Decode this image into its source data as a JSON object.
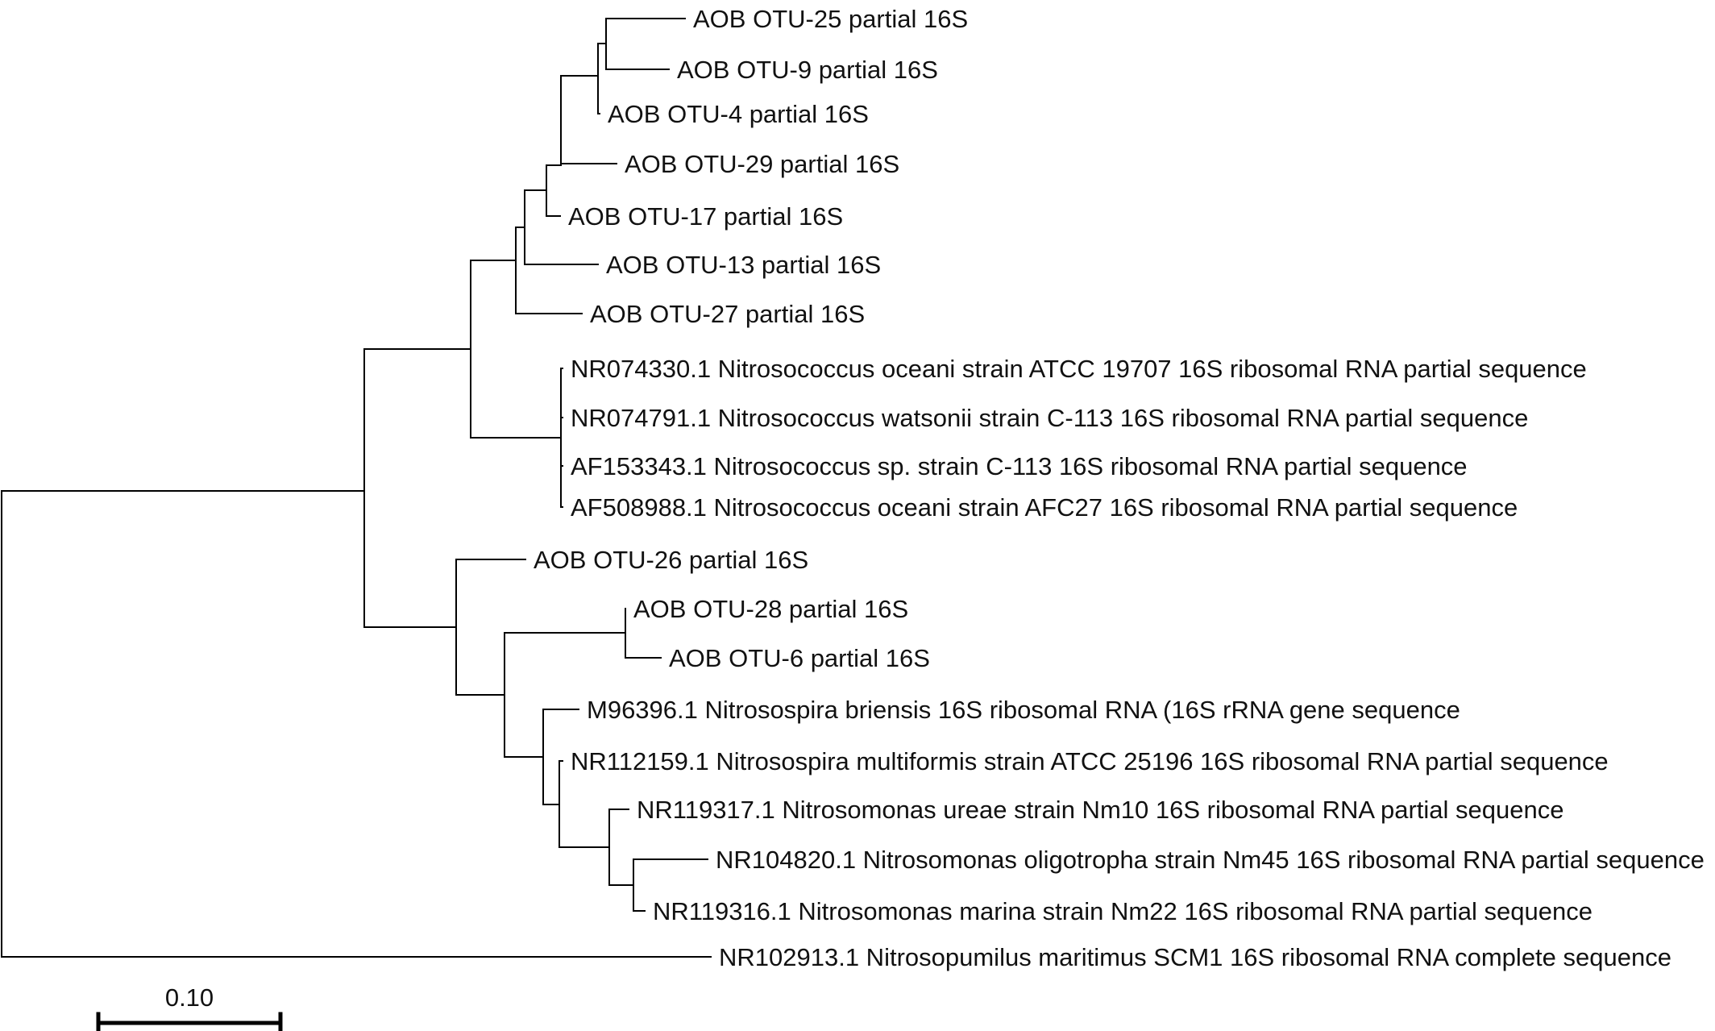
{
  "tree": {
    "leaves": [
      {
        "id": "otu25",
        "label": "AOB OTU-25 partial 16S"
      },
      {
        "id": "otu9",
        "label": "AOB OTU-9 partial 16S"
      },
      {
        "id": "otu4",
        "label": "AOB OTU-4 partial 16S"
      },
      {
        "id": "otu29",
        "label": "AOB OTU-29 partial 16S"
      },
      {
        "id": "otu17",
        "label": "AOB OTU-17 partial 16S"
      },
      {
        "id": "otu13",
        "label": "AOB OTU-13 partial 16S"
      },
      {
        "id": "otu27",
        "label": "AOB OTU-27 partial 16S"
      },
      {
        "id": "nr074330",
        "label": "NR074330.1 Nitrosococcus oceani strain ATCC 19707 16S ribosomal RNA partial sequence"
      },
      {
        "id": "nr074791",
        "label": "NR074791.1 Nitrosococcus watsonii strain C-113 16S ribosomal RNA partial sequence"
      },
      {
        "id": "af153343",
        "label": "AF153343.1 Nitrosococcus sp. strain C-113 16S ribosomal RNA partial sequence"
      },
      {
        "id": "af508988",
        "label": "AF508988.1 Nitrosococcus oceani strain AFC27 16S ribosomal RNA partial sequence"
      },
      {
        "id": "otu26",
        "label": "AOB OTU-26 partial 16S"
      },
      {
        "id": "otu28",
        "label": "AOB OTU-28 partial 16S"
      },
      {
        "id": "otu6",
        "label": "AOB OTU-6 partial 16S"
      },
      {
        "id": "m96396",
        "label": "M96396.1 Nitrosospira briensis 16S ribosomal RNA (16S rRNA gene sequence"
      },
      {
        "id": "nr112159",
        "label": "NR112159.1 Nitrosospira multiformis strain ATCC 25196 16S ribosomal RNA partial sequence"
      },
      {
        "id": "nr119317",
        "label": "NR119317.1 Nitrosomonas ureae strain Nm10 16S ribosomal RNA partial sequence"
      },
      {
        "id": "nr104820",
        "label": "NR104820.1 Nitrosomonas oligotropha strain Nm45 16S ribosomal RNA partial sequence"
      },
      {
        "id": "nr119316",
        "label": "NR119316.1 Nitrosomonas marina strain Nm22 16S ribosomal RNA partial sequence"
      },
      {
        "id": "nr102913",
        "label": "NR102913.1 Nitrosopumilus maritimus SCM1 16S ribosomal RNA complete sequence"
      }
    ],
    "scale_bar": {
      "label": "0.10",
      "value": 0.1
    }
  }
}
